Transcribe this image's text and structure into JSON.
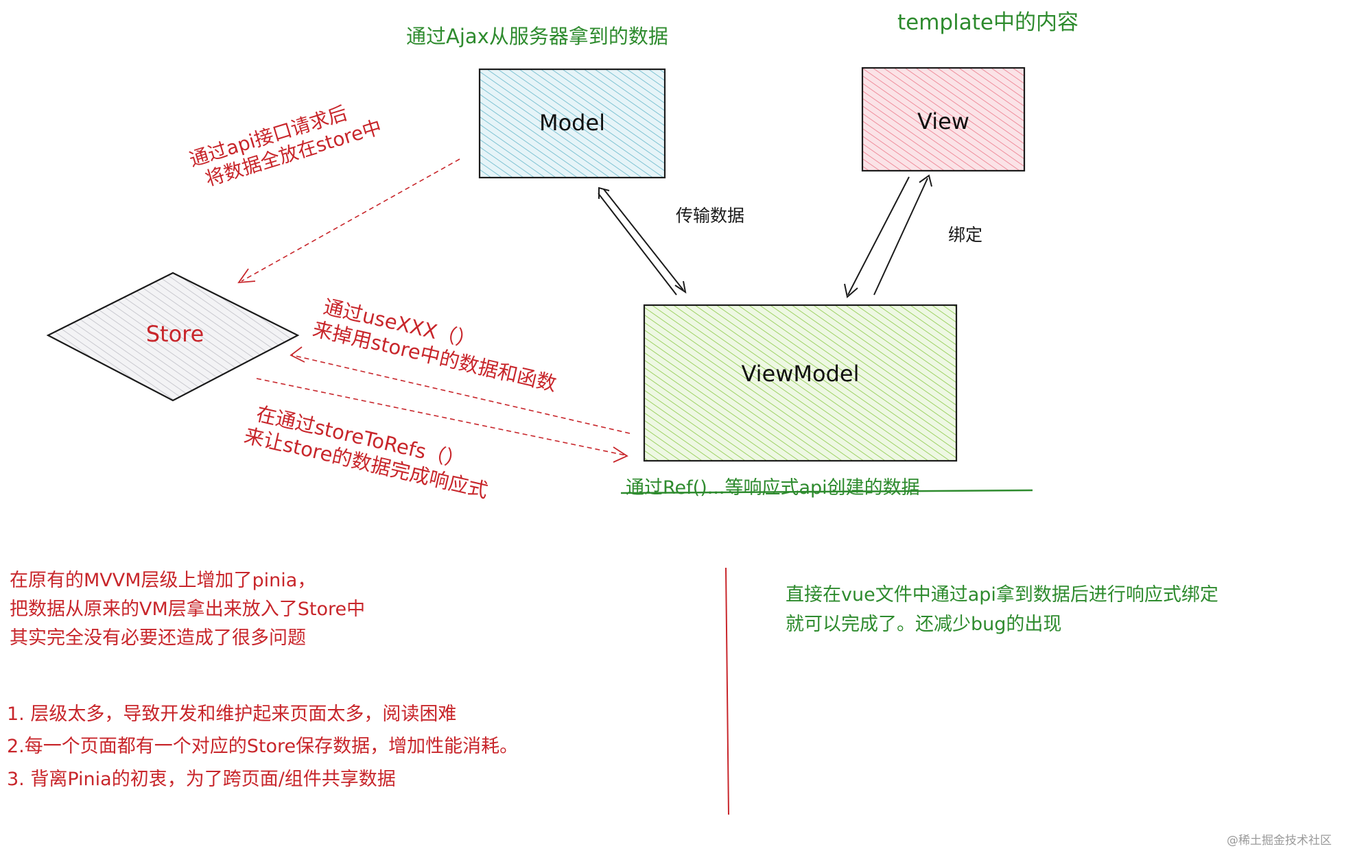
{
  "nodes": {
    "model": {
      "label": "Model"
    },
    "view": {
      "label": "View"
    },
    "viewmodel": {
      "label": "ViewModel"
    },
    "store": {
      "label": "Store"
    }
  },
  "annotations": {
    "model_caption": "通过Ajax从服务器拿到的数据",
    "view_caption": "template中的内容",
    "transfer_label": "传输数据",
    "bind_label": "绑定",
    "api_store": [
      "通过api接口请求后",
      "将数据全放在store中"
    ],
    "use_xxx": [
      "通过useXXX（）",
      "来掉用store中的数据和函数"
    ],
    "store_to_refs": [
      "在通过storeToRefs（）",
      "来让store的数据完成响应式"
    ],
    "viewmodel_caption": "通过Ref()...等响应式api创建的数据"
  },
  "left_text": {
    "intro": [
      "在原有的MVVM层级上增加了pinia，",
      "把数据从原来的VM层拿出来放入了Store中",
      "其实完全没有必要还造成了很多问题"
    ],
    "problems": [
      "1.  层级太多，导致开发和维护起来页面太多，阅读困难",
      "2.每一个页面都有一个对应的Store保存数据，增加性能消耗。",
      "3.  背离Pinia的初衷，为了跨页面/组件共享数据"
    ]
  },
  "right_text": [
    "直接在vue文件中通过api拿到数据后进行响应式绑定",
    "就可以完成了。还减少bug的出现"
  ],
  "watermark": "@稀土掘金技术社区",
  "colors": {
    "model_fill": "#a5d8e3",
    "view_fill": "#f4a9b3",
    "viewmodel_fill": "#b8e08a",
    "store_fill": "#dddde0",
    "green_text": "#2e8b2e",
    "red_text": "#c8262b"
  }
}
